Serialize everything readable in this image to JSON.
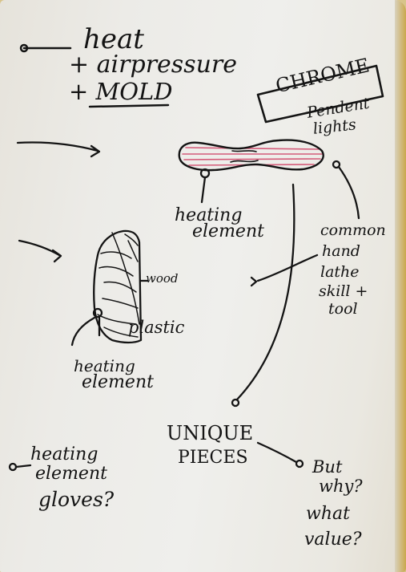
{
  "notes": {
    "heat": "heat",
    "air_pressure": "+ airpressure",
    "mold": "+ MOLD",
    "chrome": "CHROME",
    "pendent_lights_1": "Pendent",
    "pendent_lights_2": "lights",
    "heating_element_1_a": "heating",
    "heating_element_1_b": "element",
    "wood": "wood",
    "plastic": "plastic",
    "heating_element_2_a": "heating",
    "heating_element_2_b": "element",
    "lathe_1": "common",
    "lathe_2": "hand",
    "lathe_3": "lathe",
    "lathe_4": "skill +",
    "lathe_5": "tool",
    "unique_1": "UNIQUE",
    "unique_2": "PIECES",
    "gloves_1": "heating",
    "gloves_2": "element",
    "gloves_3": "gloves?",
    "but_why_1": "But",
    "but_why_2": "why?",
    "what_value_1": "what",
    "what_value_2": "value?"
  },
  "ink_color": "#141414",
  "accent_color": "#d45c7a"
}
